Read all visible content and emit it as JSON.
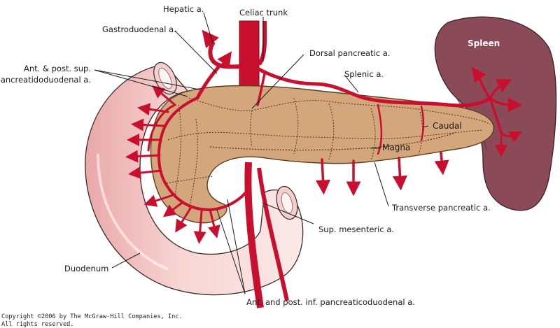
{
  "labels": {
    "hepatic": "Hepatic a.",
    "celiac": "Celiac trunk",
    "gastroduodenal": "Gastroduodenal a.",
    "dorsal_pancreatic": "Dorsal pancreatic a.",
    "ant_post_sup_line1": "Ant. & post. sup.",
    "ant_post_sup_line2": "pancreatidoduodenal a.",
    "splenic": "Splenic a.",
    "spleen": "Spleen",
    "caudal": "Caudal",
    "magna": "Magna",
    "transverse_pancreatic": "Transverse pancreatic a.",
    "sup_mesenteric": "Sup. mesenteric a.",
    "duodenum": "Duodenum",
    "ant_post_inf": "Ant. and post. inf. pancreaticoduodenal a."
  },
  "copyright": {
    "line1": "Copyright ©2006 by The McGraw-Hill Companies, Inc.",
    "line2": "All rights reserved."
  },
  "colors": {
    "artery": "#c8102e",
    "pancreas": "#d3a77b",
    "spleen": "#8a4a58",
    "duodenum": "#f3c8c6"
  }
}
